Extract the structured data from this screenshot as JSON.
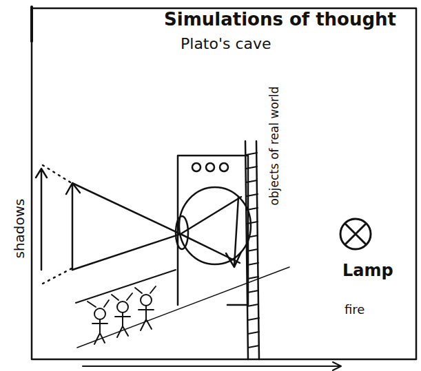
{
  "diagram": {
    "title": "Simulations of thought",
    "labels": [
      "Plato's cave",
      "shadows",
      "objects of real world",
      "Lamp",
      "fire"
    ]
  }
}
